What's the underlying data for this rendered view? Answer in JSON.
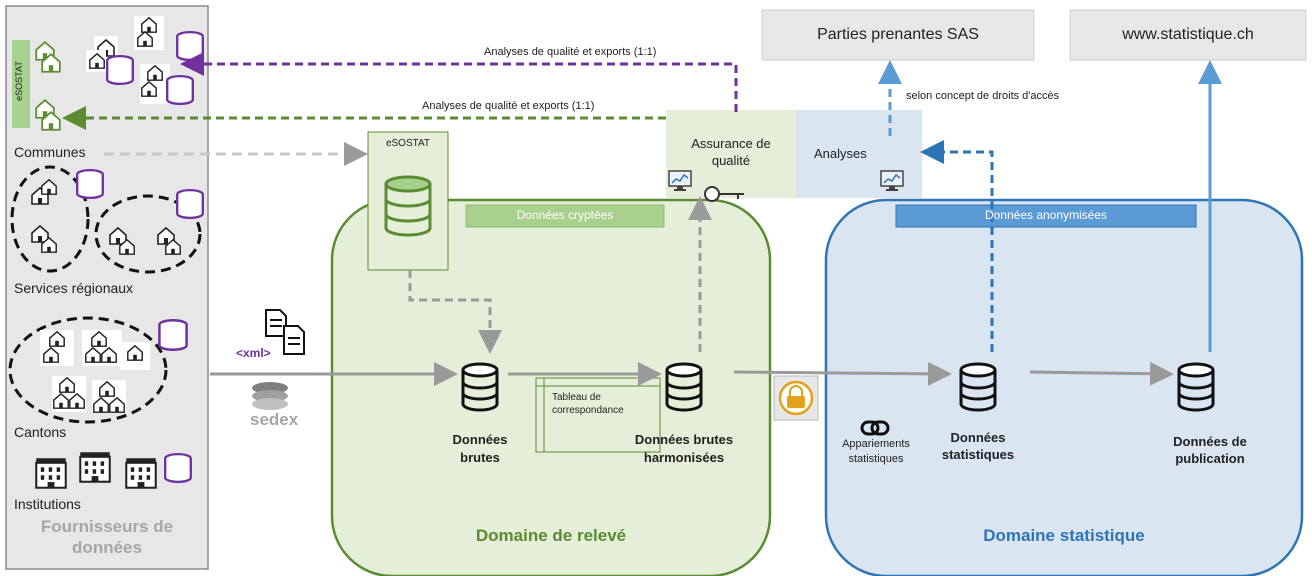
{
  "providers": {
    "title_line1": "Fournisseurs de",
    "title_line2": "données",
    "communes": "Communes",
    "services": "Services régionaux",
    "cantons": "Cantons",
    "institutions": "Institutions",
    "esostat_vertical": "eSOSTAT"
  },
  "top": {
    "stakeholders": "Parties prenantes SAS",
    "website": "www.statistique.ch",
    "access_note": "selon concept de droits d'accès",
    "flow_purple": "Analyses de qualité et exports (1:1)",
    "flow_green": "Analyses de qualité et exports (1:1)"
  },
  "quality": {
    "assurance_line1": "Assurance de",
    "assurance_line2": "qualité",
    "analyses": "Analyses"
  },
  "releve": {
    "title": "Domaine de relevé",
    "esostat": "eSOSTAT",
    "encrypted": "Données cryptées",
    "raw_line1": "Données",
    "raw_line2": "brutes",
    "harm_line1": "Données brutes",
    "harm_line2": "harmonisées",
    "table_line1": "Tableau de",
    "table_line2": "correspondance",
    "xml": "<xml>",
    "sedex": "sedex"
  },
  "stat": {
    "title": "Domaine statistique",
    "anonymized": "Données anonymisées",
    "matching_line1": "Appariements",
    "matching_line2": "statistiques",
    "stat_line1": "Données",
    "stat_line2": "statistiques",
    "pub_line1": "Données de",
    "pub_line2": "publication"
  },
  "colors": {
    "green": "#5b8c32",
    "green_fill": "#e5eed8",
    "green_label": "#a9d18e",
    "blue": "#2e75b6",
    "blue_fill": "#dae5f2",
    "blue_label": "#5b9bd5",
    "purple": "#7030a0",
    "grey": "#9a9a9a",
    "gold": "#e3a21a"
  }
}
